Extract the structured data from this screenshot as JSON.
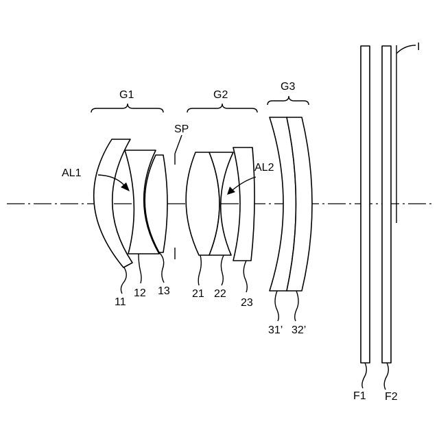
{
  "groups": {
    "g1": "G1",
    "g2": "G2",
    "g3": "G3"
  },
  "stop": {
    "label": "SP"
  },
  "aspheres": {
    "al1": "AL1",
    "al2": "AL2"
  },
  "elements": {
    "e11": "11",
    "e12": "12",
    "e13": "13",
    "e21": "21",
    "e22": "22",
    "e23": "23",
    "e31": "31’",
    "e32": "32’"
  },
  "filters": {
    "f1": "F1",
    "f2": "F2"
  },
  "image_plane": {
    "label": "I"
  }
}
